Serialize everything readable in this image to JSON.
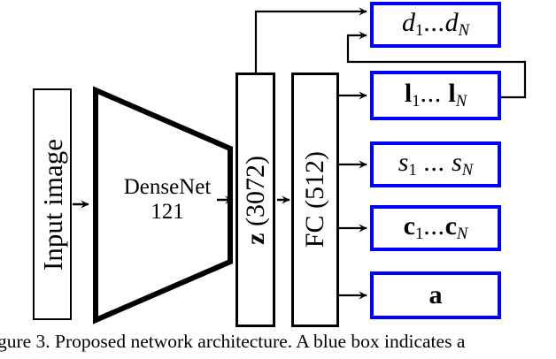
{
  "figure": {
    "caption": "igure 3. Proposed network architecture.  A blue box indicates a",
    "colors": {
      "blue_box_border": "#0000ff",
      "black_box_border": "#000000",
      "background": "#ffffff",
      "text": "#000000"
    }
  },
  "pipeline": {
    "input": {
      "label": "Input image",
      "orientation": "vertical"
    },
    "backbone": {
      "label_line1": "DenseNet",
      "label_line2": "121",
      "shape": "trapezoid"
    },
    "latent": {
      "symbol": "z",
      "dim": "(3072)",
      "label": "z (3072)",
      "orientation": "vertical"
    },
    "fc": {
      "symbol": "FC",
      "dim": "(512)",
      "label": "FC (512)",
      "orientation": "vertical"
    }
  },
  "outputs": [
    {
      "id": "d",
      "label": "d1...dN",
      "first": "d",
      "first_sub": "1",
      "dots": "...",
      "last": "d",
      "last_sub": "N",
      "style": "italic",
      "blue": true
    },
    {
      "id": "l",
      "label": "l1... lN",
      "first": "l",
      "first_sub": "1",
      "dots": "...",
      "last": "l",
      "last_sub": "N",
      "style": "bold",
      "blue": true
    },
    {
      "id": "s",
      "label": "s1 ... sN",
      "first": "s",
      "first_sub": "1",
      "dots": "...",
      "last": "s",
      "last_sub": "N",
      "style": "italic",
      "blue": true
    },
    {
      "id": "c",
      "label": "c1...cN",
      "first": "c",
      "first_sub": "1",
      "dots": "...",
      "last": "c",
      "last_sub": "N",
      "style": "bold",
      "blue": true
    },
    {
      "id": "a",
      "label": "a",
      "first": "a",
      "first_sub": "",
      "dots": "",
      "last": "",
      "last_sub": "",
      "style": "bold",
      "blue": true
    }
  ]
}
